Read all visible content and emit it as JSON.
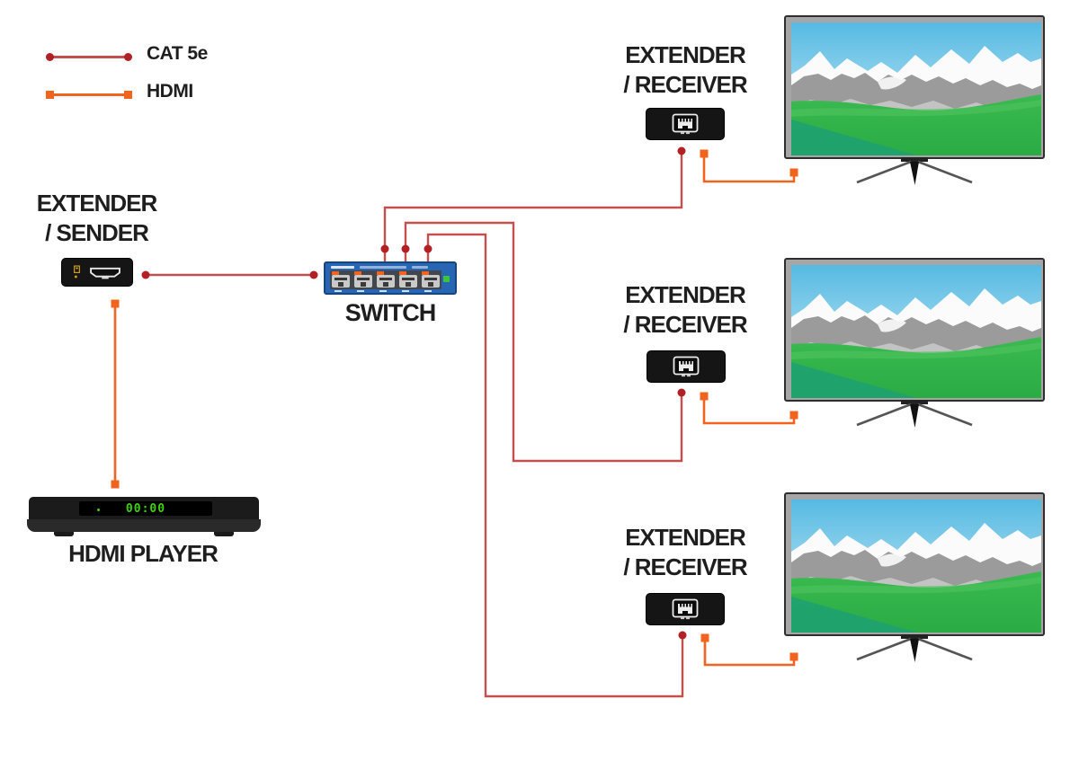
{
  "legend": {
    "items": [
      {
        "label": "CAT 5e",
        "line_color": "#c4504e",
        "end_color": "#b21f24",
        "end_shape": "dot"
      },
      {
        "label": "HDMI",
        "line_color": "#f2641e",
        "end_color": "#f2641e",
        "end_shape": "square"
      }
    ]
  },
  "devices": {
    "sender": {
      "line1": "EXTENDER",
      "line2": "/ SENDER",
      "icons": [
        "usb-port-icon",
        "hdmi-port-icon"
      ]
    },
    "switch": {
      "label": "SWITCH",
      "ports": 5,
      "led": "power-led"
    },
    "player": {
      "label": "HDMI PLAYER",
      "display": "00:00"
    },
    "receivers": [
      {
        "line1": "EXTENDER",
        "line2": "/ RECEIVER",
        "icon": "rj45-port-icon"
      },
      {
        "line1": "EXTENDER",
        "line2": "/ RECEIVER",
        "icon": "rj45-port-icon"
      },
      {
        "line1": "EXTENDER",
        "line2": "/ RECEIVER",
        "icon": "rj45-port-icon"
      }
    ],
    "tvs": [
      {
        "name": "tv-1",
        "content": "mountain-landscape"
      },
      {
        "name": "tv-2",
        "content": "mountain-landscape"
      },
      {
        "name": "tv-3",
        "content": "mountain-landscape"
      }
    ]
  },
  "colors": {
    "cat5e": "#c4504e",
    "cat5e-end": "#b21f24",
    "hdmi": "#f2641e",
    "label": "#1e1e1e",
    "switch-blue": "#2765b5",
    "switch-border": "#17457e",
    "device-black": "#151515",
    "tv-bezel": "#a6a6a6",
    "led-green": "#3bc53b",
    "display-green": "#3fd10f",
    "grass-green": "#2fb44c",
    "sky-blue": "#5cbde3"
  }
}
